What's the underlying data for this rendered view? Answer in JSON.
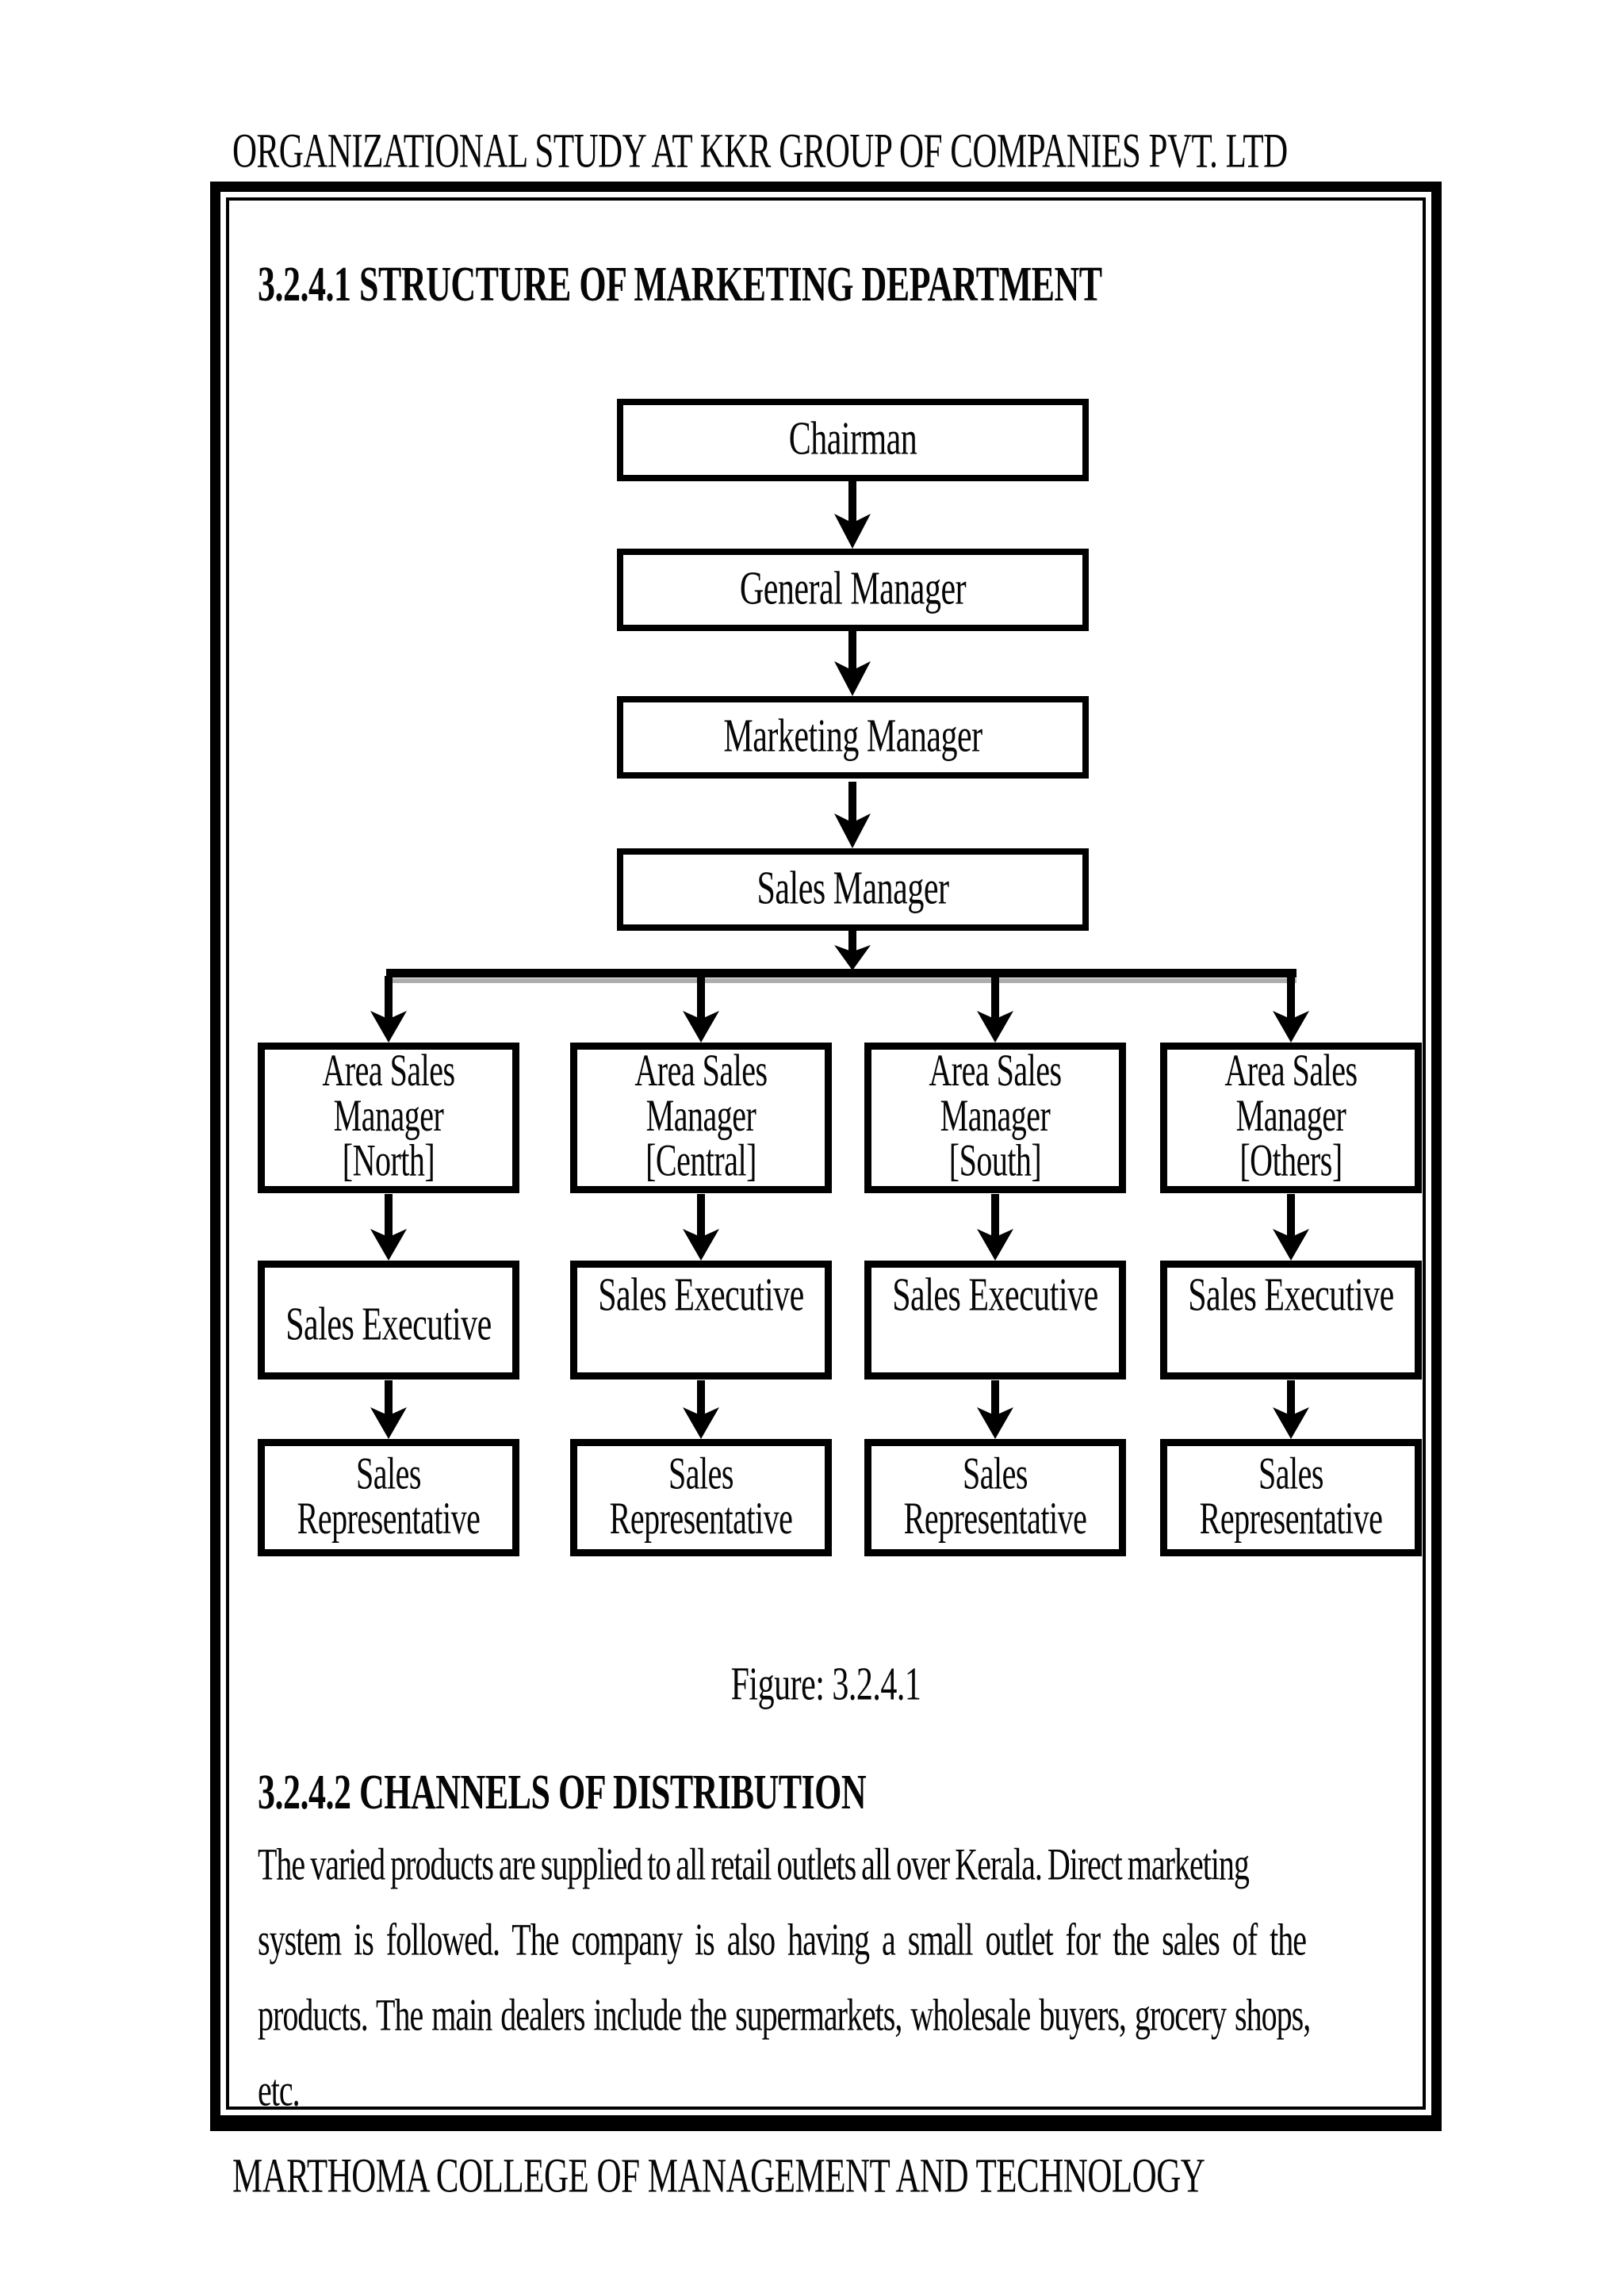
{
  "document": {
    "header": "ORGANIZATIONAL STUDY AT KKR GROUP OF COMPANIES PVT. LTD",
    "footer": "MARTHOMA COLLEGE OF MANAGEMENT AND TECHNOLOGY"
  },
  "structure_section": {
    "heading": "3.2.4.1 STRUCTURE OF MARKETING DEPARTMENT",
    "figure_caption": "Figure: 3.2.4.1"
  },
  "org_chart": {
    "chain": [
      "Chairman",
      "General Manager",
      "Marketing Manager",
      "Sales Manager"
    ],
    "branches": [
      {
        "manager_lines": [
          "Area Sales",
          "Manager",
          "[North]"
        ],
        "executive": "Sales Executive",
        "rep_lines": [
          "Sales",
          "Representative"
        ]
      },
      {
        "manager_lines": [
          "Area Sales",
          "Manager",
          "[Central]"
        ],
        "executive": "Sales Executive",
        "rep_lines": [
          "Sales",
          "Representative"
        ]
      },
      {
        "manager_lines": [
          "Area Sales",
          "Manager",
          "[South]"
        ],
        "executive": "Sales Executive",
        "rep_lines": [
          "Sales",
          "Representative"
        ]
      },
      {
        "manager_lines": [
          "Area Sales",
          "Manager",
          "[Others]"
        ],
        "executive": "Sales Executive",
        "rep_lines": [
          "Sales",
          "Representative"
        ]
      }
    ]
  },
  "distribution_section": {
    "heading": "3.2.4.2 CHANNELS OF DISTRIBUTION",
    "paragraph_lines": [
      "The varied products are supplied to all retail outlets all over Kerala. Direct marketing",
      "system is followed. The company is also having a small outlet for the sales of the",
      "products. The main dealers include the supermarkets, wholesale buyers, grocery shops,",
      "etc."
    ]
  },
  "colors": {
    "ink": "#000000",
    "paper": "#ffffff"
  }
}
